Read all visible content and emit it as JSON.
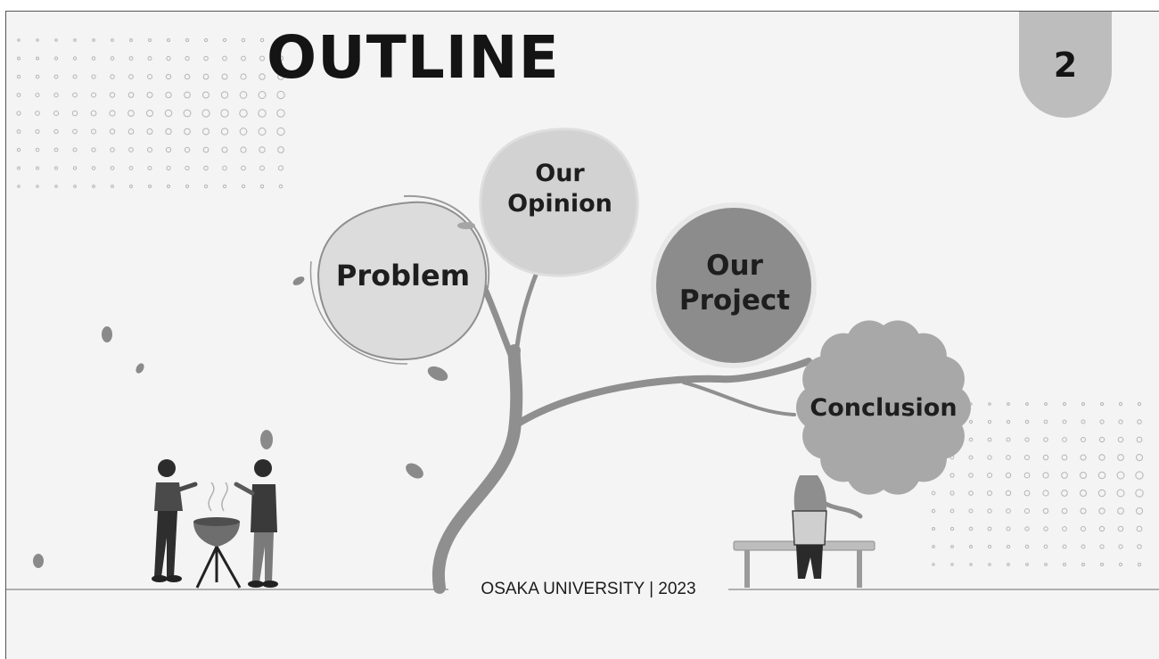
{
  "slide": {
    "title": "OUTLINE",
    "page_number": "2",
    "footer": "OSAKA UNIVERSITY | 2023"
  },
  "outline": {
    "items": [
      {
        "label": "Problem"
      },
      {
        "label": "Our\nOpinion"
      },
      {
        "label": "Our\nProject"
      },
      {
        "label": "Conclusion"
      }
    ]
  },
  "colors": {
    "background": "#f4f4f4",
    "title": "#141414",
    "branch": "#8f8f8f",
    "problem_fill": "#dcdcdc",
    "opinion_fill": "#d2d2d2",
    "project_fill": "#8c8c8c",
    "conclusion_fill": "#a8a8a8",
    "page_tab": "#bdbdbd"
  },
  "illustrations": {
    "left": "people-grilling-illustration",
    "right": "person-on-bench-illustration",
    "decor": "dot-grid-pattern"
  }
}
